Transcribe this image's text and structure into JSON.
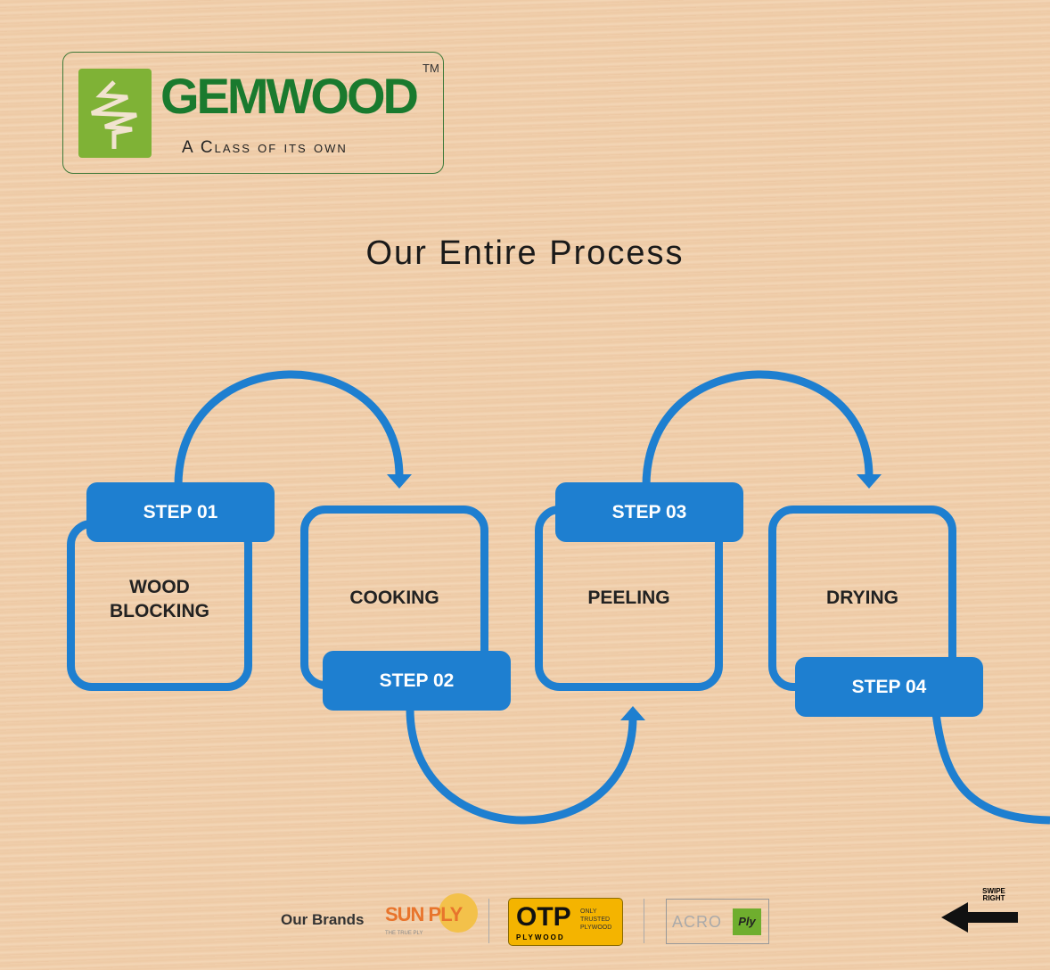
{
  "logo": {
    "name": "GEMWOOD",
    "tm": "TM",
    "tagline": "A Class of its own"
  },
  "title": "Our Entire Process",
  "steps": [
    {
      "label": "STEP 01",
      "name": "WOOD BLOCKING"
    },
    {
      "label": "STEP 02",
      "name": "COOKING"
    },
    {
      "label": "STEP 03",
      "name": "PEELING"
    },
    {
      "label": "STEP 04",
      "name": "DRYING"
    }
  ],
  "brands": {
    "label": "Our Brands",
    "sunply": "SUN PLY",
    "sunply_tag": "THE TRUE PLY",
    "otp": "OTP",
    "otp_sub": "PLYWOOD",
    "otp_tag": "ONLY TRUSTED PLYWOOD",
    "acro": "ACRO",
    "acro_ply": "Ply"
  },
  "swipe": "SWIPE RIGHT",
  "colors": {
    "accent": "#1e7fd0",
    "brand": "#1a7a2e"
  }
}
